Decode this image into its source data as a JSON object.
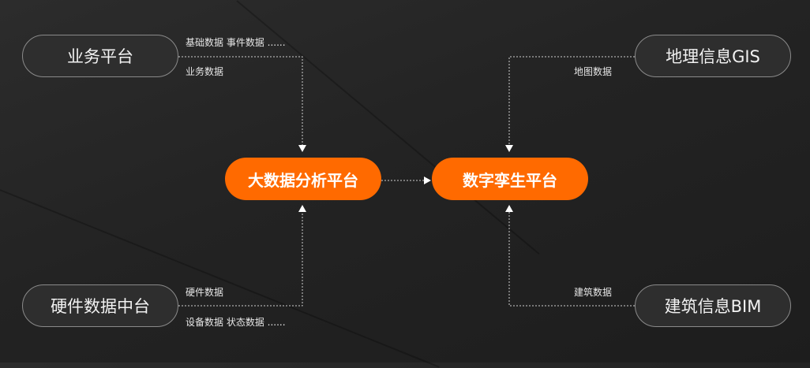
{
  "sources": {
    "business": "业务平台",
    "gis": "地理信息GIS",
    "hardware": "硬件数据中台",
    "bim": "建筑信息BIM"
  },
  "cores": {
    "big_data": "大数据分析平台",
    "digital_twin": "数字孪生平台"
  },
  "labels": {
    "business_top": "基础数据  事件数据  ......",
    "business_bottom": "业务数据",
    "gis": "地图数据",
    "hardware_top": "硬件数据",
    "hardware_bottom": "设备数据  状态数据  ......",
    "bim": "建筑数据"
  },
  "colors": {
    "accent": "#ff6a00",
    "background": "#232323"
  }
}
